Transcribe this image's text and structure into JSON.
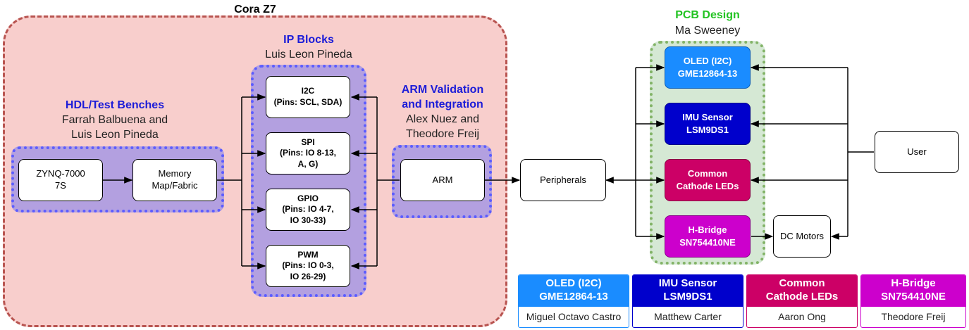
{
  "colors": {
    "cora_fill": "#f8cecc",
    "cora_border": "#b85450",
    "ip_fill": "#b3a0e0",
    "ip_border": "#5c5cff",
    "pcb_fill": "#d5e8d4",
    "pcb_border": "#82b366",
    "oled": "#1a8cff",
    "imu": "#0000cc",
    "leds": "#cc0066",
    "hbridge": "#cc00cc"
  },
  "cora": {
    "title": "Cora Z7"
  },
  "hdl": {
    "title": "HDL/Test Benches",
    "subtitle": "Farrah Balbuena and\nLuis Leon Pineda"
  },
  "ip": {
    "title": "IP Blocks",
    "subtitle": "Luis Leon Pineda"
  },
  "arm_group": {
    "title": "ARM Validation\nand Integration",
    "subtitle": "Alex Nuez and\nTheodore Freij"
  },
  "pcb": {
    "title": "PCB Design",
    "subtitle": "Ma Sweeney"
  },
  "nodes": {
    "zynq": "ZYNQ-7000\n7S",
    "memory": "Memory\nMap/Fabric",
    "i2c": "I2C\n(Pins: SCL, SDA)",
    "spi": "SPI\n(Pins: IO 8-13,\nA, G)",
    "gpio": "GPIO\n(Pins: IO 4-7,\nIO 30-33)",
    "pwm": "PWM\n(Pins: IO 0-3,\nIO 26-29)",
    "arm": "ARM",
    "peripherals": "Peripherals",
    "oled": "OLED (I2C)\nGME12864-13",
    "imu": "IMU Sensor\nLSM9DS1",
    "leds": "Common\nCathode LEDs",
    "hbridge": "H-Bridge\nSN754410NE",
    "user": "User",
    "motors": "DC Motors"
  },
  "legend": [
    {
      "name": "OLED (I2C)\nGME12864-13",
      "owner": "Miguel Octavo Castro",
      "color": "#1a8cff"
    },
    {
      "name": "IMU Sensor\nLSM9DS1",
      "owner": "Matthew Carter",
      "color": "#0000cc"
    },
    {
      "name": "Common\nCathode LEDs",
      "owner": "Aaron Ong",
      "color": "#cc0066"
    },
    {
      "name": "H-Bridge\nSN754410NE",
      "owner": "Theodore Freij",
      "color": "#cc00cc"
    }
  ]
}
